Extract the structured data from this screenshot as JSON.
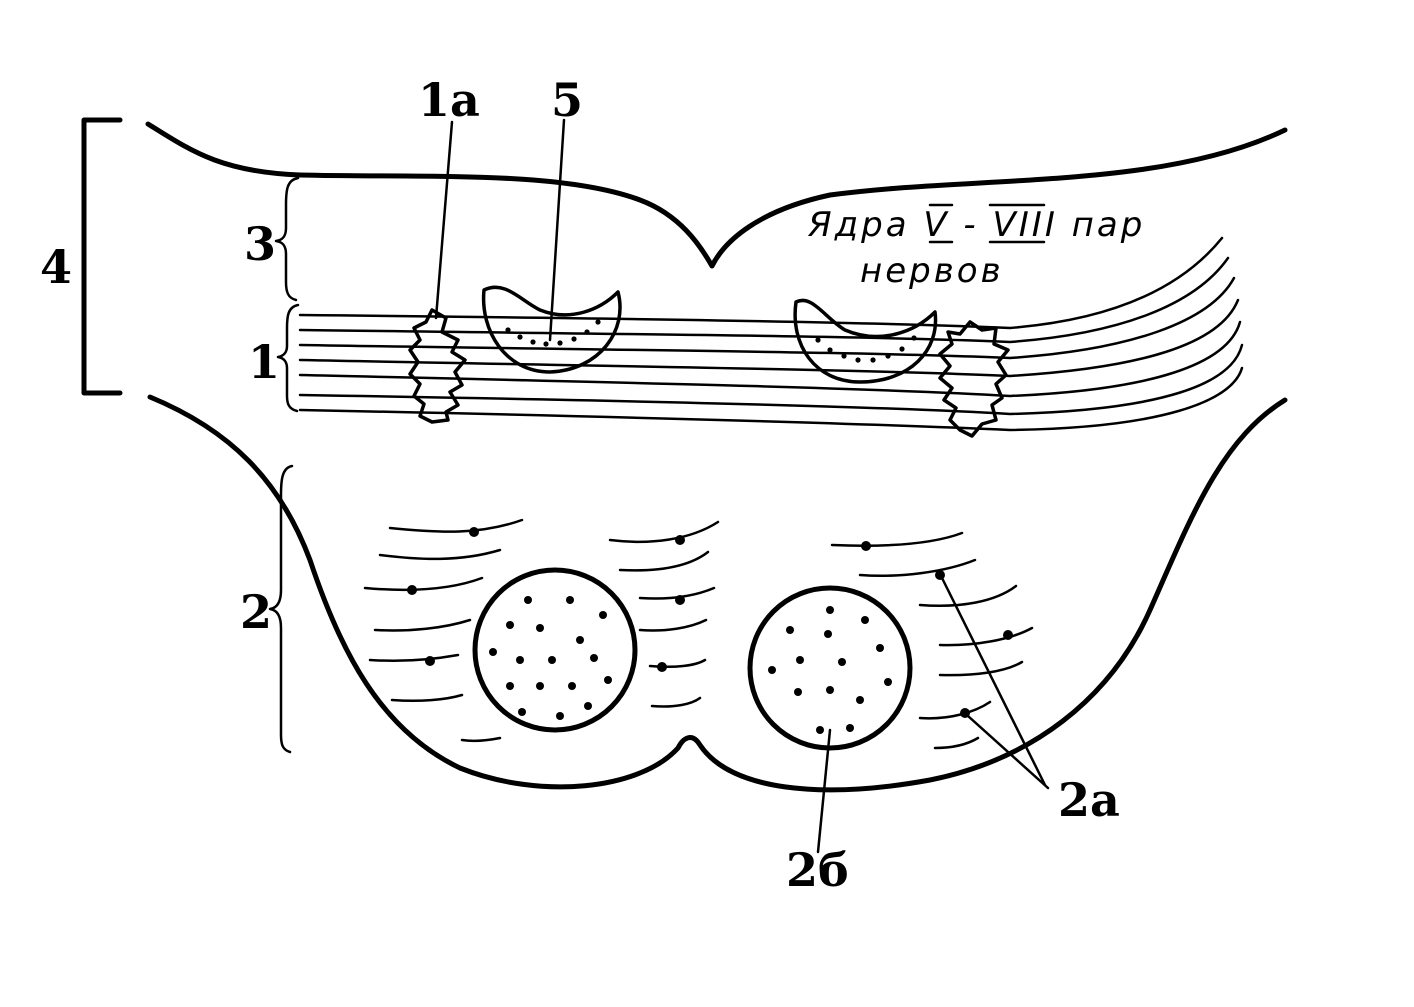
{
  "labels": {
    "l4": "4",
    "l3": "3",
    "l1": "1",
    "l2": "2",
    "l1a": "1a",
    "l5": "5",
    "l2a": "2a",
    "l2b": "2б"
  },
  "annotation": {
    "prefix": "Ядра ",
    "roman_a": "V",
    "dash": " - ",
    "roman_b": "VIII",
    "suffix": " пар",
    "line2": "нервов"
  }
}
